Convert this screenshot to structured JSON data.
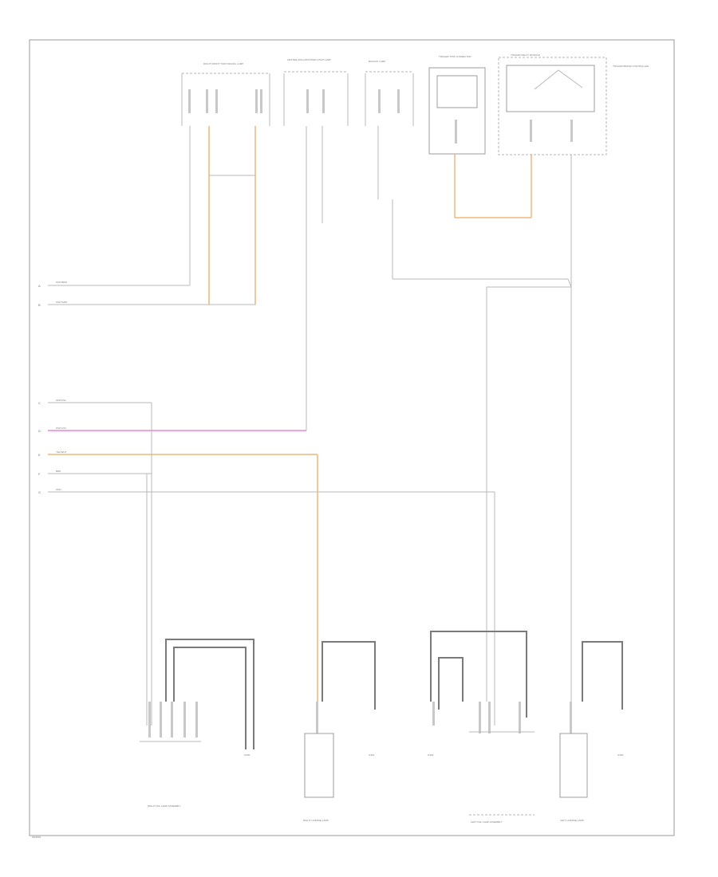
{
  "diagram": {
    "footer_code": "W16803",
    "connectors": [
      {
        "id": "c1",
        "label": "RIGHT FRONT\nTURN SIGNAL\nLAMP"
      },
      {
        "id": "c2",
        "label": "CENTER HIGH\nMOUNTED STOP LAMP"
      },
      {
        "id": "c3",
        "label": "BACKUP\nLAMP"
      },
      {
        "id": "c4",
        "label": "TRAILER\nTOW CONNECTOR"
      },
      {
        "id": "c5",
        "label": "TRAILER\nRELAY MODULE"
      },
      {
        "id": "c6",
        "label": "TRAILER\nBRAKE\nCONTROLLER"
      },
      {
        "id": "c7",
        "label": "RIGHT TAIL\nLAMP ASSEMBLY"
      },
      {
        "id": "c8",
        "label": "RIGHT LICENSE\nLAMP"
      },
      {
        "id": "c9",
        "label": "LEFT TAIL\nLAMP ASSEMBLY"
      },
      {
        "id": "c10",
        "label": "LEFT LICENSE\nLAMP"
      }
    ],
    "grounds": [
      "G300",
      "G301",
      "G302",
      "G400"
    ],
    "side_labels": [
      "A",
      "B",
      "C",
      "D",
      "E",
      "F",
      "G"
    ],
    "wire_codes": [
      "WHT/BRN",
      "WHT/GRN",
      "GRN/YEL",
      "WHT/VIO",
      "YEL/WHT",
      "BRN",
      "GRN"
    ]
  }
}
